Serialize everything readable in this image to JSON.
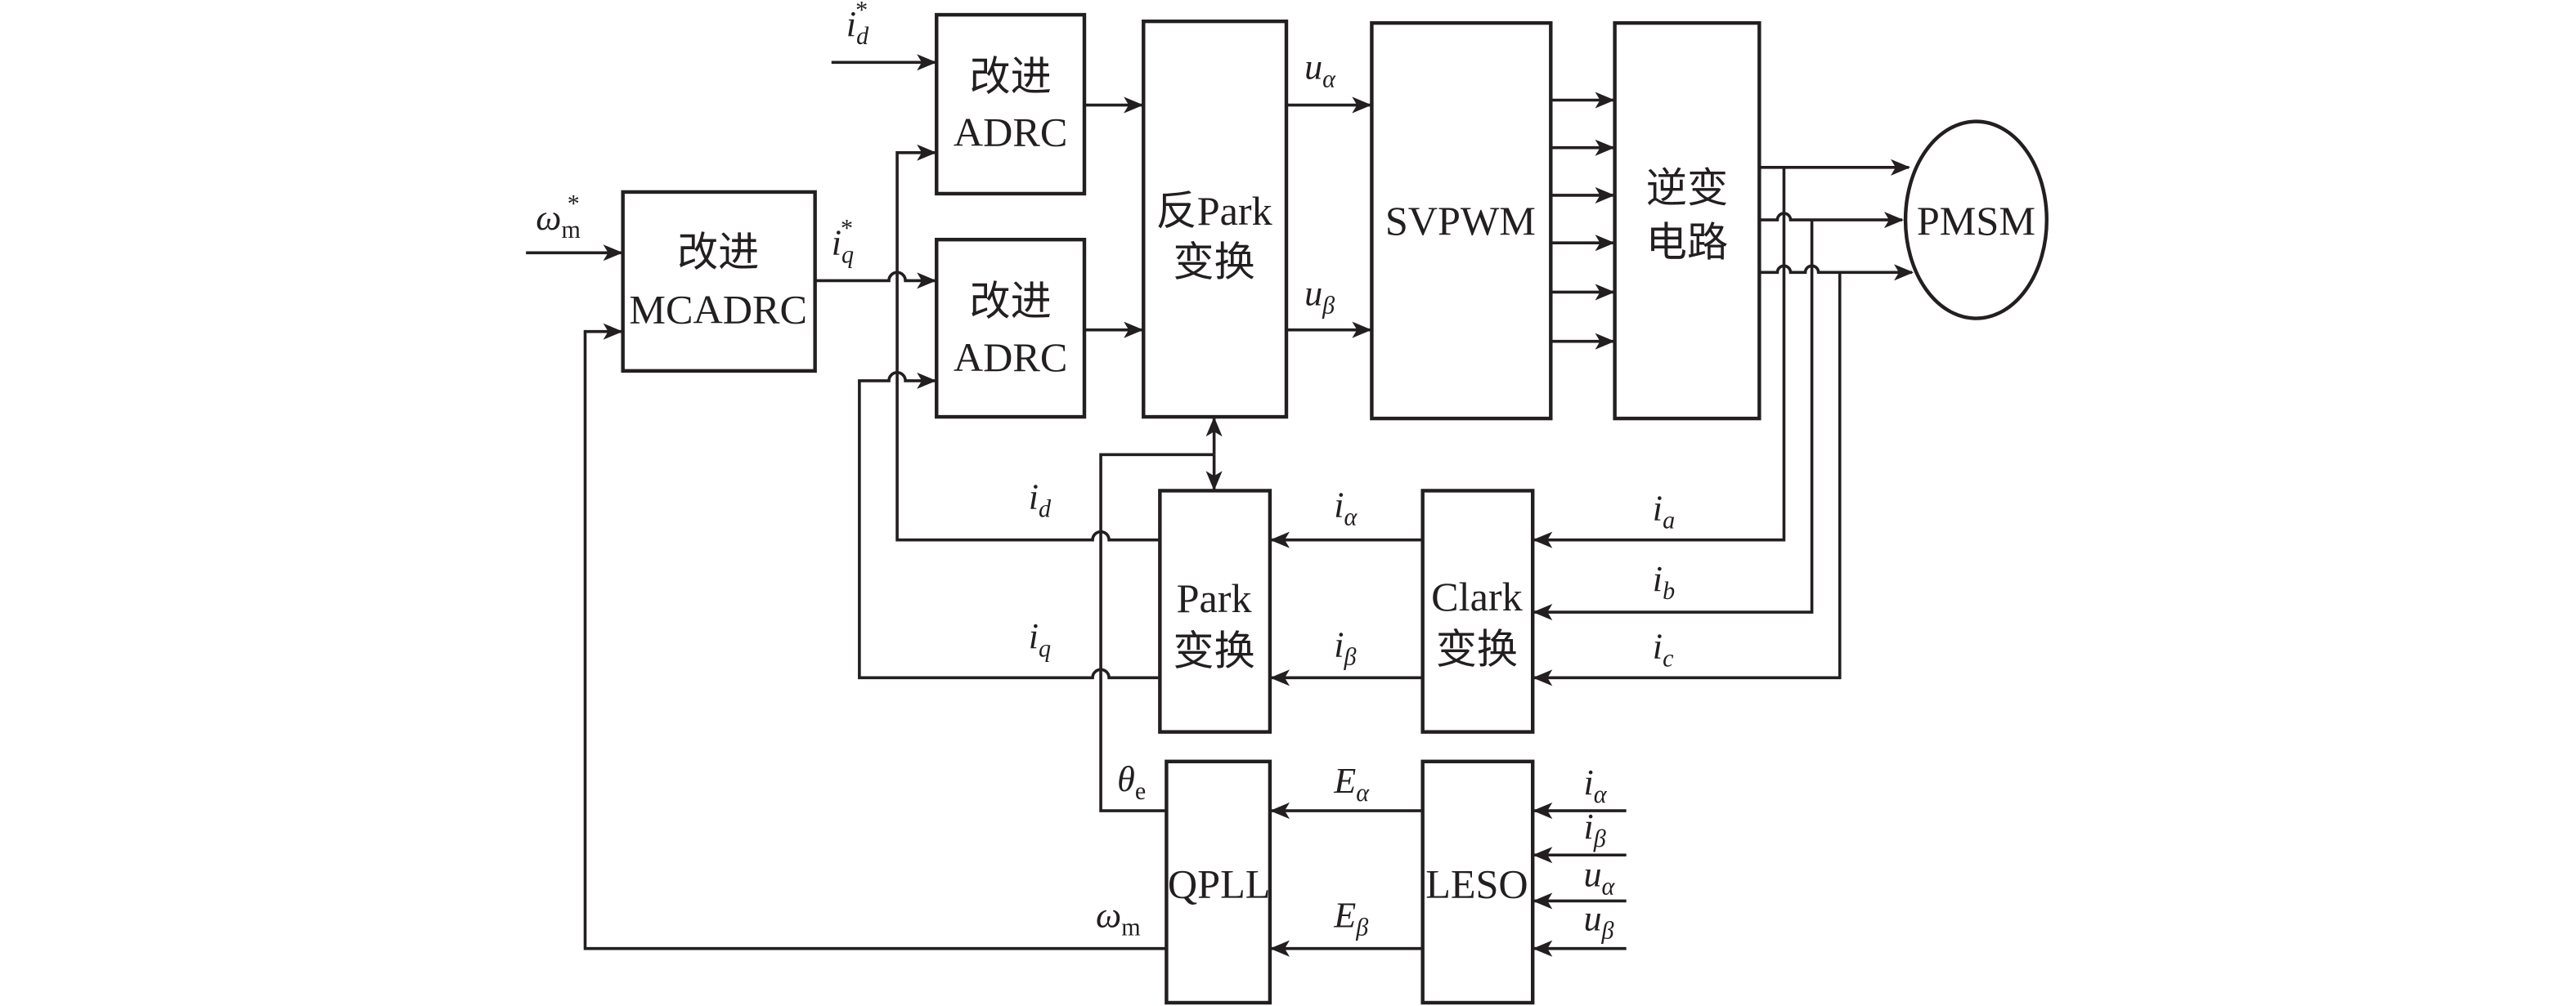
{
  "diagram": {
    "title": "PMSM sensorless control block diagram",
    "blocks": {
      "mcadrc": {
        "line1": "改进",
        "line2": "MCADRC"
      },
      "adrc_d": {
        "line1": "改进",
        "line2": "ADRC"
      },
      "adrc_q": {
        "line1": "改进",
        "line2": "ADRC"
      },
      "inv_park": {
        "line1": "反Park",
        "line2": "变换"
      },
      "svpwm": {
        "line1": "SVPWM"
      },
      "inverter": {
        "line1": "逆变",
        "line2": "电路"
      },
      "pmsm": {
        "line1": "PMSM"
      },
      "park": {
        "line1": "Park",
        "line2": "变换"
      },
      "clark": {
        "line1": "Clark",
        "line2": "变换"
      },
      "qpll": {
        "line1": "QPLL"
      },
      "leso": {
        "line1": "LESO"
      }
    },
    "signals": {
      "omega_ref": {
        "base": "ω",
        "sub": "m",
        "sup": "*"
      },
      "id_ref": {
        "base": "i",
        "sub": "d",
        "sup": "*"
      },
      "iq_ref": {
        "base": "i",
        "sub": "q",
        "sup": "*"
      },
      "u_alpha": {
        "base": "u",
        "sub": "α"
      },
      "u_beta": {
        "base": "u",
        "sub": "β"
      },
      "i_d": {
        "base": "i",
        "sub": "d"
      },
      "i_q": {
        "base": "i",
        "sub": "q"
      },
      "i_alpha": {
        "base": "i",
        "sub": "α"
      },
      "i_beta": {
        "base": "i",
        "sub": "β"
      },
      "i_a": {
        "base": "i",
        "sub": "a"
      },
      "i_b": {
        "base": "i",
        "sub": "b"
      },
      "i_c": {
        "base": "i",
        "sub": "c"
      },
      "theta_e": {
        "base": "θ",
        "sub": "e"
      },
      "omega_m": {
        "base": "ω",
        "sub": "m"
      },
      "E_alpha": {
        "base": "E",
        "sub": "α"
      },
      "E_beta": {
        "base": "E",
        "sub": "β"
      },
      "leso_i_alpha": {
        "base": "i",
        "sub": "α"
      },
      "leso_i_beta": {
        "base": "i",
        "sub": "β"
      },
      "leso_u_alpha": {
        "base": "u",
        "sub": "α"
      },
      "leso_u_beta": {
        "base": "u",
        "sub": "β"
      }
    }
  }
}
